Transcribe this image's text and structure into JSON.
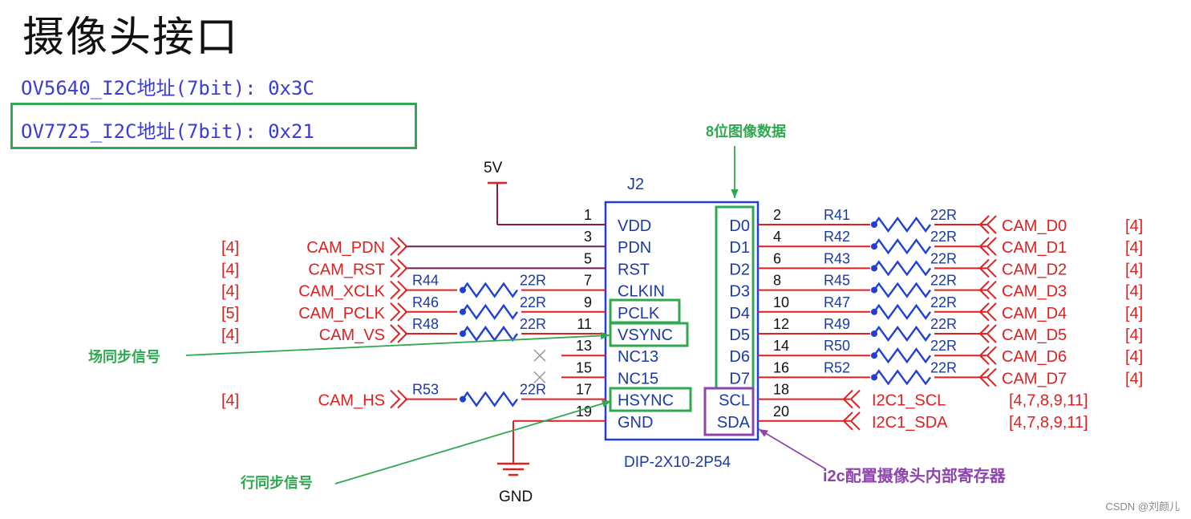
{
  "title": "摄像头接口",
  "addresses": {
    "ov5640": "OV5640_I2C地址(7bit): 0x3C",
    "ov7725": "OV7725_I2C地址(7bit): 0x21"
  },
  "colors": {
    "wire": "#e02020",
    "chip": "#1f3fd6",
    "pin_text": "#1a3aa8",
    "resistor": "#1f3fd6",
    "annotation_green": "#2fa84f",
    "annotation_purple": "#8e44ad",
    "net_label": "#e02020",
    "power_wire": "#8b1a3a"
  },
  "annotations": {
    "data8": "8位图像数据",
    "vsync": "场同步信号",
    "hsync": "行同步信号",
    "i2c": "i2c配置摄像头内部寄存器"
  },
  "chip": {
    "ref": "J2",
    "package": "DIP-2X10-2P54"
  },
  "power": {
    "vcc": "5V",
    "gnd": "GND"
  },
  "left_pins": [
    {
      "num": "1",
      "name": "VDD",
      "res": "",
      "val": "",
      "net": "",
      "ref": ""
    },
    {
      "num": "3",
      "name": "PDN",
      "res": "",
      "val": "",
      "net": "CAM_PDN",
      "ref": "[4]"
    },
    {
      "num": "5",
      "name": "RST",
      "res": "",
      "val": "",
      "net": "CAM_RST",
      "ref": "[4]"
    },
    {
      "num": "7",
      "name": "CLKIN",
      "res": "R44",
      "val": "22R",
      "net": "CAM_XCLK",
      "ref": "[4]"
    },
    {
      "num": "9",
      "name": "PCLK",
      "res": "R46",
      "val": "22R",
      "net": "CAM_PCLK",
      "ref": "[5]"
    },
    {
      "num": "11",
      "name": "VSYNC",
      "res": "R48",
      "val": "22R",
      "net": "CAM_VS",
      "ref": "[4]"
    },
    {
      "num": "13",
      "name": "NC13",
      "res": "",
      "val": "",
      "net": "",
      "ref": ""
    },
    {
      "num": "15",
      "name": "NC15",
      "res": "",
      "val": "",
      "net": "",
      "ref": ""
    },
    {
      "num": "17",
      "name": "HSYNC",
      "res": "R53",
      "val": "22R",
      "net": "CAM_HS",
      "ref": "[4]"
    },
    {
      "num": "19",
      "name": "GND",
      "res": "",
      "val": "",
      "net": "",
      "ref": ""
    }
  ],
  "right_pins": [
    {
      "num": "2",
      "name": "D0",
      "res": "R41",
      "val": "22R",
      "net": "CAM_D0",
      "ref": "[4]"
    },
    {
      "num": "4",
      "name": "D1",
      "res": "R42",
      "val": "22R",
      "net": "CAM_D1",
      "ref": "[4]"
    },
    {
      "num": "6",
      "name": "D2",
      "res": "R43",
      "val": "22R",
      "net": "CAM_D2",
      "ref": "[4]"
    },
    {
      "num": "8",
      "name": "D3",
      "res": "R45",
      "val": "22R",
      "net": "CAM_D3",
      "ref": "[4]"
    },
    {
      "num": "10",
      "name": "D4",
      "res": "R47",
      "val": "22R",
      "net": "CAM_D4",
      "ref": "[4]"
    },
    {
      "num": "12",
      "name": "D5",
      "res": "R49",
      "val": "22R",
      "net": "CAM_D5",
      "ref": "[4]"
    },
    {
      "num": "14",
      "name": "D6",
      "res": "R50",
      "val": "22R",
      "net": "CAM_D6",
      "ref": "[4]"
    },
    {
      "num": "16",
      "name": "D7",
      "res": "R52",
      "val": "22R",
      "net": "CAM_D7",
      "ref": "[4]"
    },
    {
      "num": "18",
      "name": "SCL",
      "res": "",
      "val": "",
      "net": "I2C1_SCL",
      "ref": "[4,7,8,9,11]"
    },
    {
      "num": "20",
      "name": "SDA",
      "res": "",
      "val": "",
      "net": "I2C1_SDA",
      "ref": "[4,7,8,9,11]"
    }
  ],
  "watermark": "CSDN @刘颜儿"
}
